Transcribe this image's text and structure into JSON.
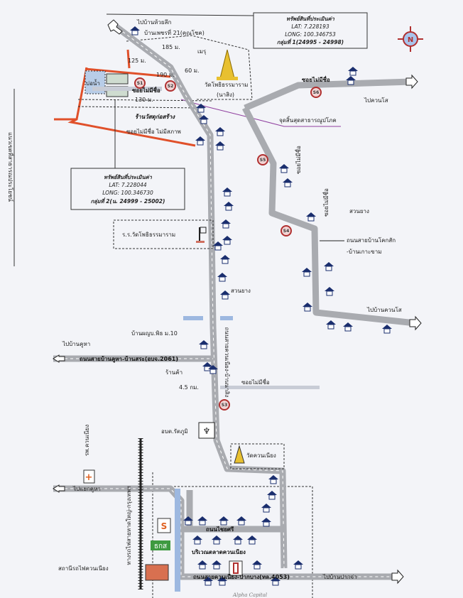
{
  "colors": {
    "road": "#a9abb0",
    "boundary": "#e0502a",
    "house": "#1a2e6e",
    "marker": "#b03030",
    "water": "#9db8e0",
    "purple": "#9040a0"
  },
  "info_box_1": {
    "title": "ทรัพย์สินที่ประเมินค่า",
    "lat": "LAT: 7.228193",
    "long": "LONG: 100.346753",
    "group": "กลุ่มที่ 1(24995 - 24998)"
  },
  "info_box_2": {
    "title": "ทรัพย์สินที่ประเมินค่า",
    "lat": "LAT: 7.228044",
    "long": "LONG: 100.346730",
    "group": "กลุ่มที่ 2(น. 24999 - 25002)"
  },
  "compass": {
    "label": "N"
  },
  "labels": {
    "to_huai_luek": "ไปบ้านห้วยลึก",
    "house_phet": "บ้านเพชรที่ 21(คุณโชค)",
    "d185": "185 ม.",
    "d125": "125 ม.",
    "d60": "60 ม.",
    "d190": "190 ม.",
    "d130": "130 ม.",
    "crematorium": "เมรุ",
    "temple_1": "วัดโพธิธรรมาราม",
    "temple_1_sub": "(นาสิง)",
    "pond": "บ่อน้ำ",
    "soi_1": "ซอยไม่มีชื่อ",
    "hardware_store": "ร้านวัสดุก่อสร้าง",
    "soi_no_condition": "ซอยไม่มีชื่อ ไม่มีสภาพ",
    "soi_east": "ซอยไม่มีชื่อ",
    "to_khuan_so": "ไปควนโส",
    "utility_end": "จุดสิ้นสุดสาธารณูปโภค",
    "public_boundary": "แนวเขตที่สาธารณประโยชน์",
    "school": "ร.ร.วัดโพธิธรรมาราม",
    "soi_v1": "ซอยไม่มีชื่อ",
    "soi_v2": "ซอยไม่มีชื่อ",
    "rubber_1": "สวนยาง",
    "rubber_2": "สวนยาง",
    "road_khok_sak": "ถนนสายบ้านโคกสัก",
    "road_khok_sak_2": "-บ้านเกาะขาม",
    "to_ban_khuan_so": "ไปบ้านควนโส",
    "main_road": "ถนนสายควนเนียง-บ้านนาสิง",
    "headman_house": "บ้านผญบ.พิธ ม.10",
    "to_khuha": "ไปบ้านคูหา",
    "road_2061": "ถนนสายบ้านคูหา-บ้านสระ(อบจ.2061)",
    "shop": "ร้านค้า",
    "distance": "4.5 กม.",
    "soi_south": "ซอยไม่มีชื่อ",
    "sao": "อบต.รัตภูมิ",
    "temple_2": "วัดควนเนียง",
    "hospital": "รพ.ควนเนียง",
    "to_khuha_junction": "ไปแยกคูหา",
    "railway": "ทางรถไฟสายหาดใหญ่-กรุงเทพฯ",
    "chaisri_road": "ถนนไชยศรี",
    "market": "บริเวณตลาดควนเนียง",
    "road_4053": "ถนนสายควนเนียง-ปากบาง(ทล.4053)",
    "to_pak_cha": "ไปบ้านปากจ่า",
    "station": "สถานีรถไฟควนเนียง",
    "baac": "ธกส",
    "watermark": "Alpha Capital"
  },
  "photo_points": [
    "S1",
    "S2",
    "S3",
    "S4",
    "S5",
    "S6"
  ]
}
